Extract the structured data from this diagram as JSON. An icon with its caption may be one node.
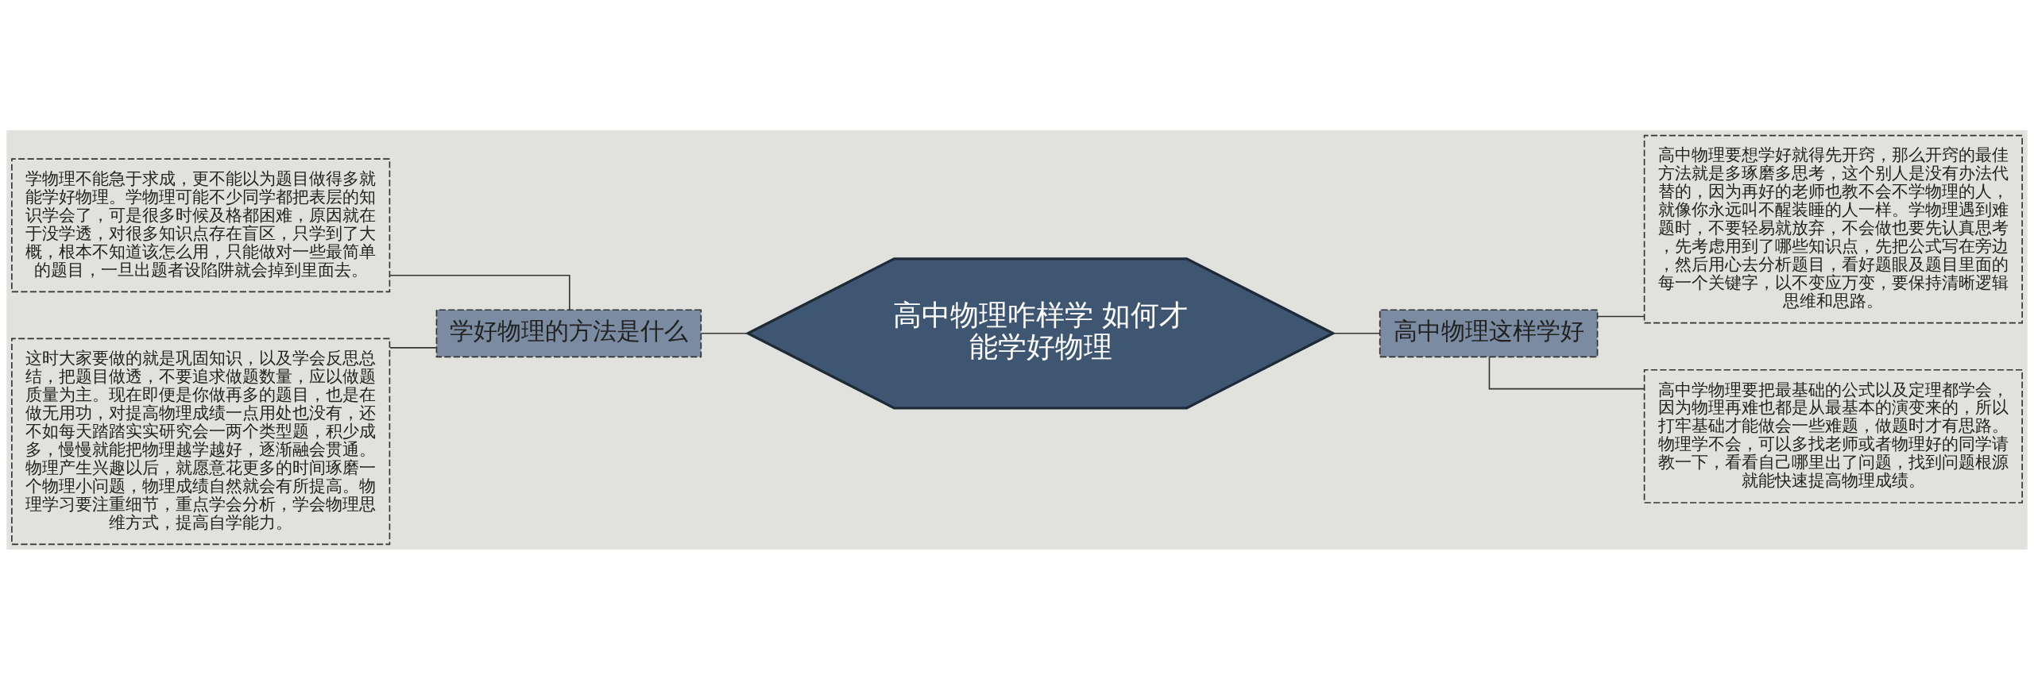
{
  "diagram": {
    "nodes": [
      {
        "text": [
          "高中物理咋样学 如何才能学好物理"
        ]
      },
      {
        "text": [
          "学好物理的方法是什么"
        ]
      },
      {
        "text": [
          "学物理不能急于求成，更不能以为题目做得多就能学好物理。学物理可能不少同学都把表层的知识学会了，可是很多时候及格都困难，原因就在于没学透，对很多知识点存在盲区，只学到了大概，根本不知道该怎么用，只能做对一些最简单的题目，一旦出题者设陷阱就会掉到里面去。"
        ]
      },
      {
        "text": [
          "这时大家要做的就是巩固知识，以及学会反思总结，把题目做透，不要追求做题数量，应以做题质量为主。现在即便是你做再多的题目，也是在做无用功，对提高物理成绩一点用处也没有，还不如每天踏踏实实研究会一两个类型题，积少成多，慢慢就能把物理越学越好，逐渐融会贯通。物理产生兴趣以后，就愿意花更多的时间琢磨一个物理小问题，物理成绩自然就会有所提高。物理学习要注重细节，重点学会分析，学会物理思维方式，提高自学能力。"
        ]
      },
      {
        "text": [
          "高中物理这样学好"
        ]
      },
      {
        "text": [
          "高中物理要想学好就得先开窍，那么开窍的最佳方法就是多琢磨多思考，这个别人是没有办法代替的，因为再好的老师也教不会不学物理的人，就像你永远叫不醒装睡的人一样。学物理遇到难题时，不要轻易就放弃，不会做也要先认真思考，先考虑用到了哪些知识点，先把公式写在旁边，然后用心去分析题目，看好题眼及题目里面的每一个关键字，以不变应万变，要保持清晰逻辑思维和思路。"
        ]
      },
      {
        "text": [
          "高中学物理要把最基础的公式以及定理都学会，因为物理再难也都是从最基本的演变来的，所以打牢基础才能做会一些难题，做题时才有思路。物理学不会，可以多找老师或者物理好的同学请教一下，看看自己哪里出了问题，找到问题根源就能快速提高物理成绩。"
        ]
      }
    ],
    "edges": [
      {
        "from": 2,
        "to": 1,
        "arrow": "none"
      },
      {
        "from": 3,
        "to": 1,
        "arrow": "none"
      },
      {
        "from": 1,
        "to": 0,
        "arrow": "none"
      },
      {
        "from": 0,
        "to": 4,
        "arrow": "none"
      },
      {
        "from": 4,
        "to": 5,
        "arrow": "none"
      },
      {
        "from": 4,
        "to": 6,
        "arrow": "none"
      }
    ]
  }
}
